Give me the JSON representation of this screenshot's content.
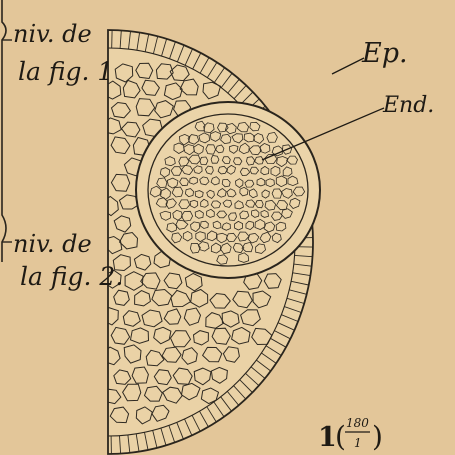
{
  "labels": {
    "level_1_line1": "niv. de",
    "level_1_line2": "la fig. 1",
    "level_2_line1": "niv. de",
    "level_2_line2": "la fig. 2.",
    "epidermis": "Ep.",
    "endodermis": "End.",
    "figure_number": "1",
    "magnification_numerator": "180",
    "magnification_denominator": "1"
  },
  "colors": {
    "paper": "#e3c699",
    "ink": "#2a251d"
  }
}
